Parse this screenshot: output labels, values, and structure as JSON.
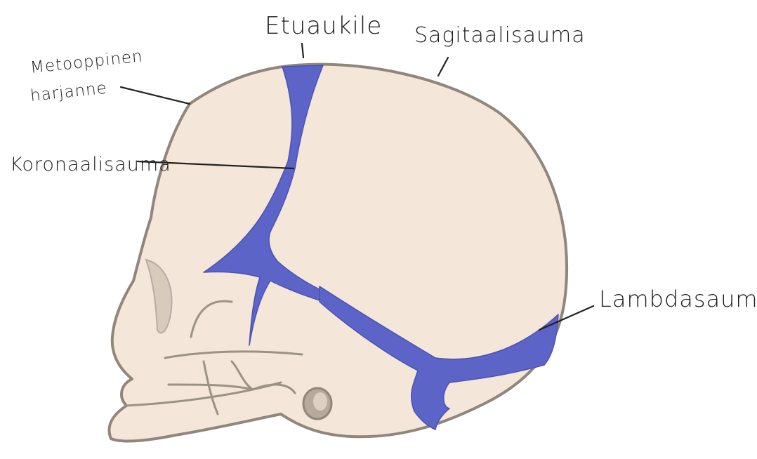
{
  "diagram": {
    "labels": {
      "etuaukile": "Etuaukile",
      "sagitaalisauma": "Sagitaalisauma",
      "metooppinen_line1": "Metooppinen",
      "metooppinen_line2": "harjanne",
      "koronaalisauma": "Koronaalisauma",
      "lambdasauma": "Lambdasauma"
    },
    "colors": {
      "suture": "#5c64c8",
      "bone": "#f4e6d8",
      "outline": "#8f877c"
    }
  }
}
